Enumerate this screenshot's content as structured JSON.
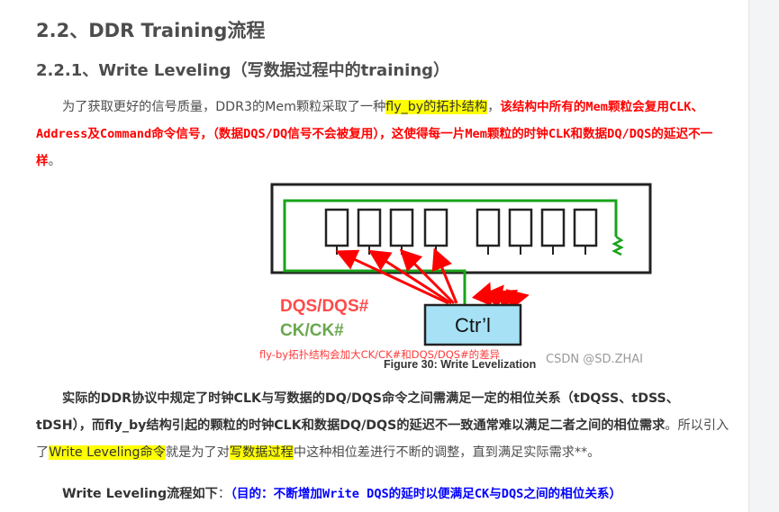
{
  "heading_2": "2.2、DDR Training流程",
  "heading_3": "2.2.1、Write Leveling（写数据过程中的training）",
  "para1": {
    "text_a": "为了获取更好的信号质量，DDR3的Mem颗粒采取了一种",
    "highlight": "fly_by的拓扑结构",
    "text_b": "，",
    "red_1": "该结构中所有的Mem颗粒会复用CLK、Address及Command命令信号，（数据DQS/DQ信号不会被复用），这使得每一片Mem颗粒的时钟CLK和数据DQ/DQS的延迟不一样",
    "text_c": "。"
  },
  "figure": {
    "label_dqs": "DQS/DQS#",
    "label_ck": "CK/CK#",
    "ctrl_label": "Ctr’l",
    "note": "fly-by拓扑结构会加大CK/CK#和DQS/DQS#的差异",
    "caption": "Figure 30: Write Levelization",
    "colors": {
      "dqs": "#ff0000",
      "ck": "#1aa31a",
      "box_fill": "#a6e1f5"
    }
  },
  "credit": "CSDN @SD.ZHAI",
  "para2": {
    "bold": "实际的DDR协议中规定了时钟CLK与写数据的DQ/DQS命令之间需满足一定的相位关系（tDQSS、tDSS、tDSH），而fly_by结构引起的颗粒的时钟CLK和数据DQ/DQS的延迟不一致通常难以满足二者之间的相位需求",
    "text_a": "。所以引入了",
    "hl_1": "Write Leveling命令",
    "text_b": "就是为了对",
    "hl_2": "写数据过程",
    "text_c": "中这种相位差进行不断的调整，直到满足实际需求**。"
  },
  "para3": {
    "bold": "Write Leveling流程如下",
    "colon": "：",
    "blue": "（目的：不断增加Write DQS的延时以便满足CK与DQS之间的相位关系）"
  }
}
